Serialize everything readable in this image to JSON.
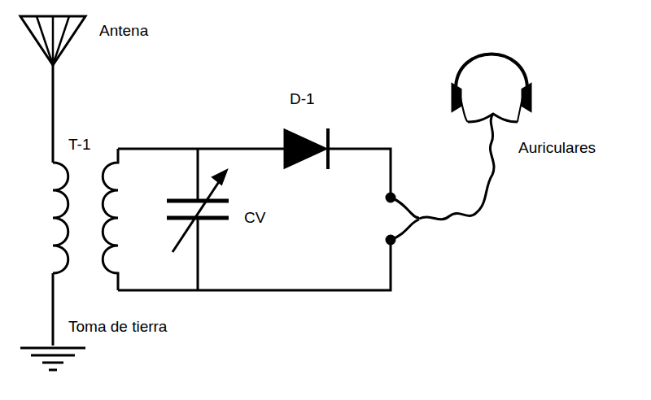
{
  "diagram": {
    "labels": [
      "Antena",
      "T-1",
      "D-1",
      "CV",
      "Auriculares",
      "Toma de tierra"
    ]
  }
}
